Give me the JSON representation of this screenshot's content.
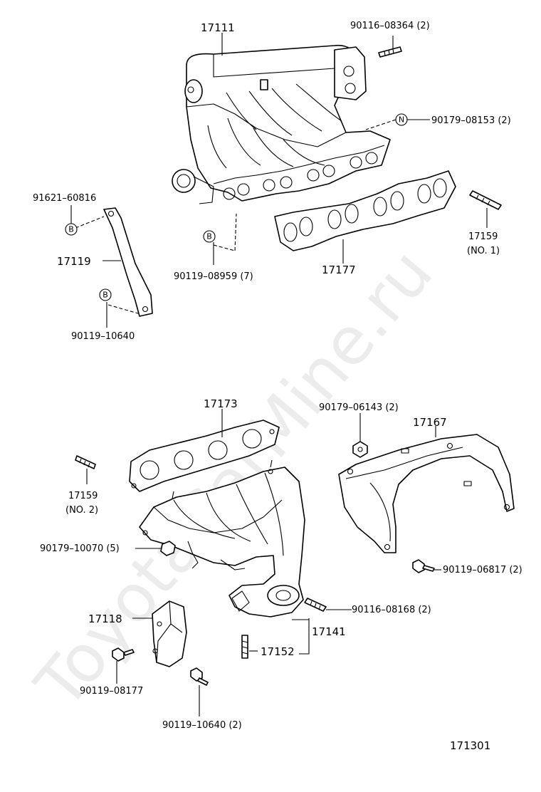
{
  "watermark": "ToyotaCarMine.ru",
  "diagram_number": "171301",
  "labels": {
    "p17111": "17111",
    "p90116_08364": "90116–08364 (2)",
    "p90179_08153": "90179–08153 (2)",
    "p91621_60816": "91621–60816",
    "p17119": "17119",
    "p90119_08959": "90119–08959 (7)",
    "p17177": "17177",
    "p17159_top": "17159",
    "p17159_top_sub": "(NO. 1)",
    "p90119_10640_top": "90119–10640",
    "p17173": "17173",
    "p90179_06143": "90179–06143 (2)",
    "p17167": "17167",
    "p17159_bot": "17159",
    "p17159_bot_sub": "(NO. 2)",
    "p90179_10070": "90179–10070 (5)",
    "p90119_06817": "90119–06817 (2)",
    "p90116_08168": "90116–08168 (2)",
    "p17118": "17118",
    "p17141": "17141",
    "p17152": "17152",
    "p90119_08177": "90119–08177",
    "p90119_10640_bot": "90119–10640 (2)"
  },
  "badges": {
    "n": "N",
    "b": "B"
  }
}
